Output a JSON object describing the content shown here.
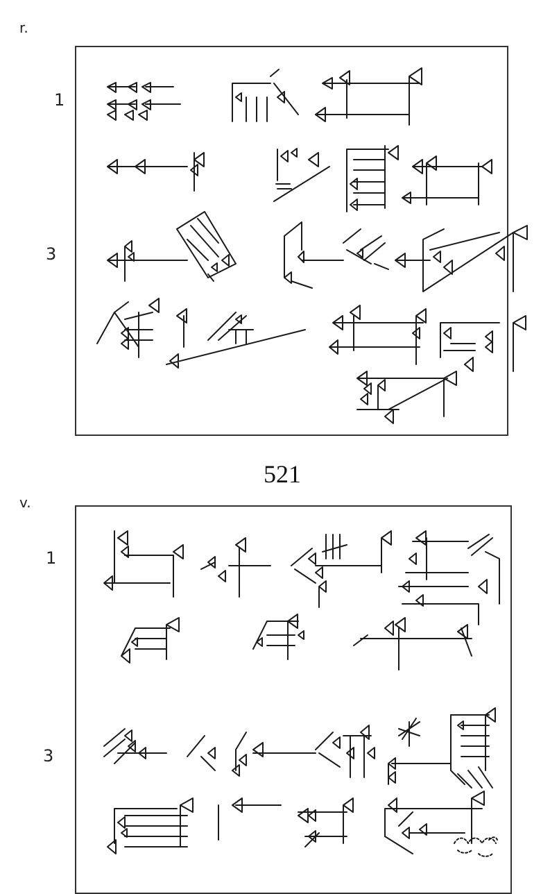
{
  "obverse": {
    "side_mark": "r.",
    "line_numbers": [
      "1",
      "3"
    ]
  },
  "tablet_number": "521",
  "reverse": {
    "side_mark": "v.",
    "line_numbers": [
      "1",
      "3"
    ]
  }
}
